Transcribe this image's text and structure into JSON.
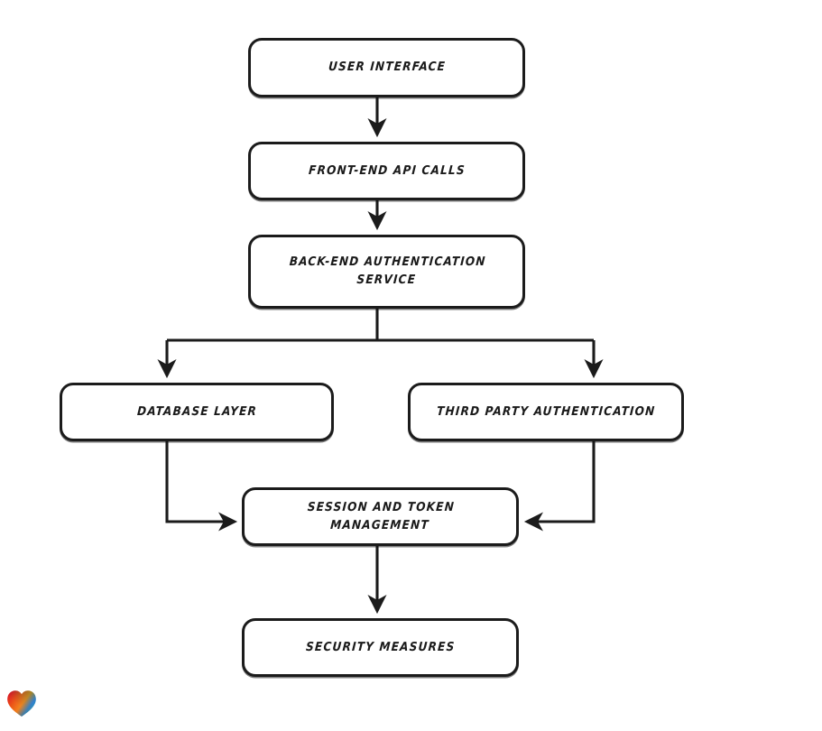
{
  "diagram": {
    "type": "flowchart",
    "orientation": "top-to-bottom",
    "background_color": "#ffffff",
    "stroke_color": "#1b1b1b",
    "nodes": [
      {
        "id": "user-interface",
        "label": "User Interface"
      },
      {
        "id": "frontend-api-calls",
        "label": "Front-End API Calls"
      },
      {
        "id": "backend-auth",
        "label": "Back-End Authentication\nService"
      },
      {
        "id": "database-layer",
        "label": "Database Layer"
      },
      {
        "id": "third-party-auth",
        "label": "Third Party Authentication"
      },
      {
        "id": "session-token",
        "label": "Session and Token\nManagement"
      },
      {
        "id": "security-measures",
        "label": "Security Measures"
      }
    ],
    "edges": [
      {
        "from": "user-interface",
        "to": "frontend-api-calls",
        "style": "straight-down"
      },
      {
        "from": "frontend-api-calls",
        "to": "backend-auth",
        "style": "straight-down"
      },
      {
        "from": "backend-auth",
        "to": "database-layer",
        "style": "split-left"
      },
      {
        "from": "backend-auth",
        "to": "third-party-auth",
        "style": "split-right"
      },
      {
        "from": "database-layer",
        "to": "session-token",
        "style": "elbow-right"
      },
      {
        "from": "third-party-auth",
        "to": "session-token",
        "style": "elbow-left"
      },
      {
        "from": "session-token",
        "to": "security-measures",
        "style": "straight-down"
      }
    ]
  },
  "watermark": {
    "icon": "heart-icon",
    "colors": [
      "#e0182d",
      "#f59425",
      "#1f8fd6",
      "#2bbfb0"
    ]
  }
}
